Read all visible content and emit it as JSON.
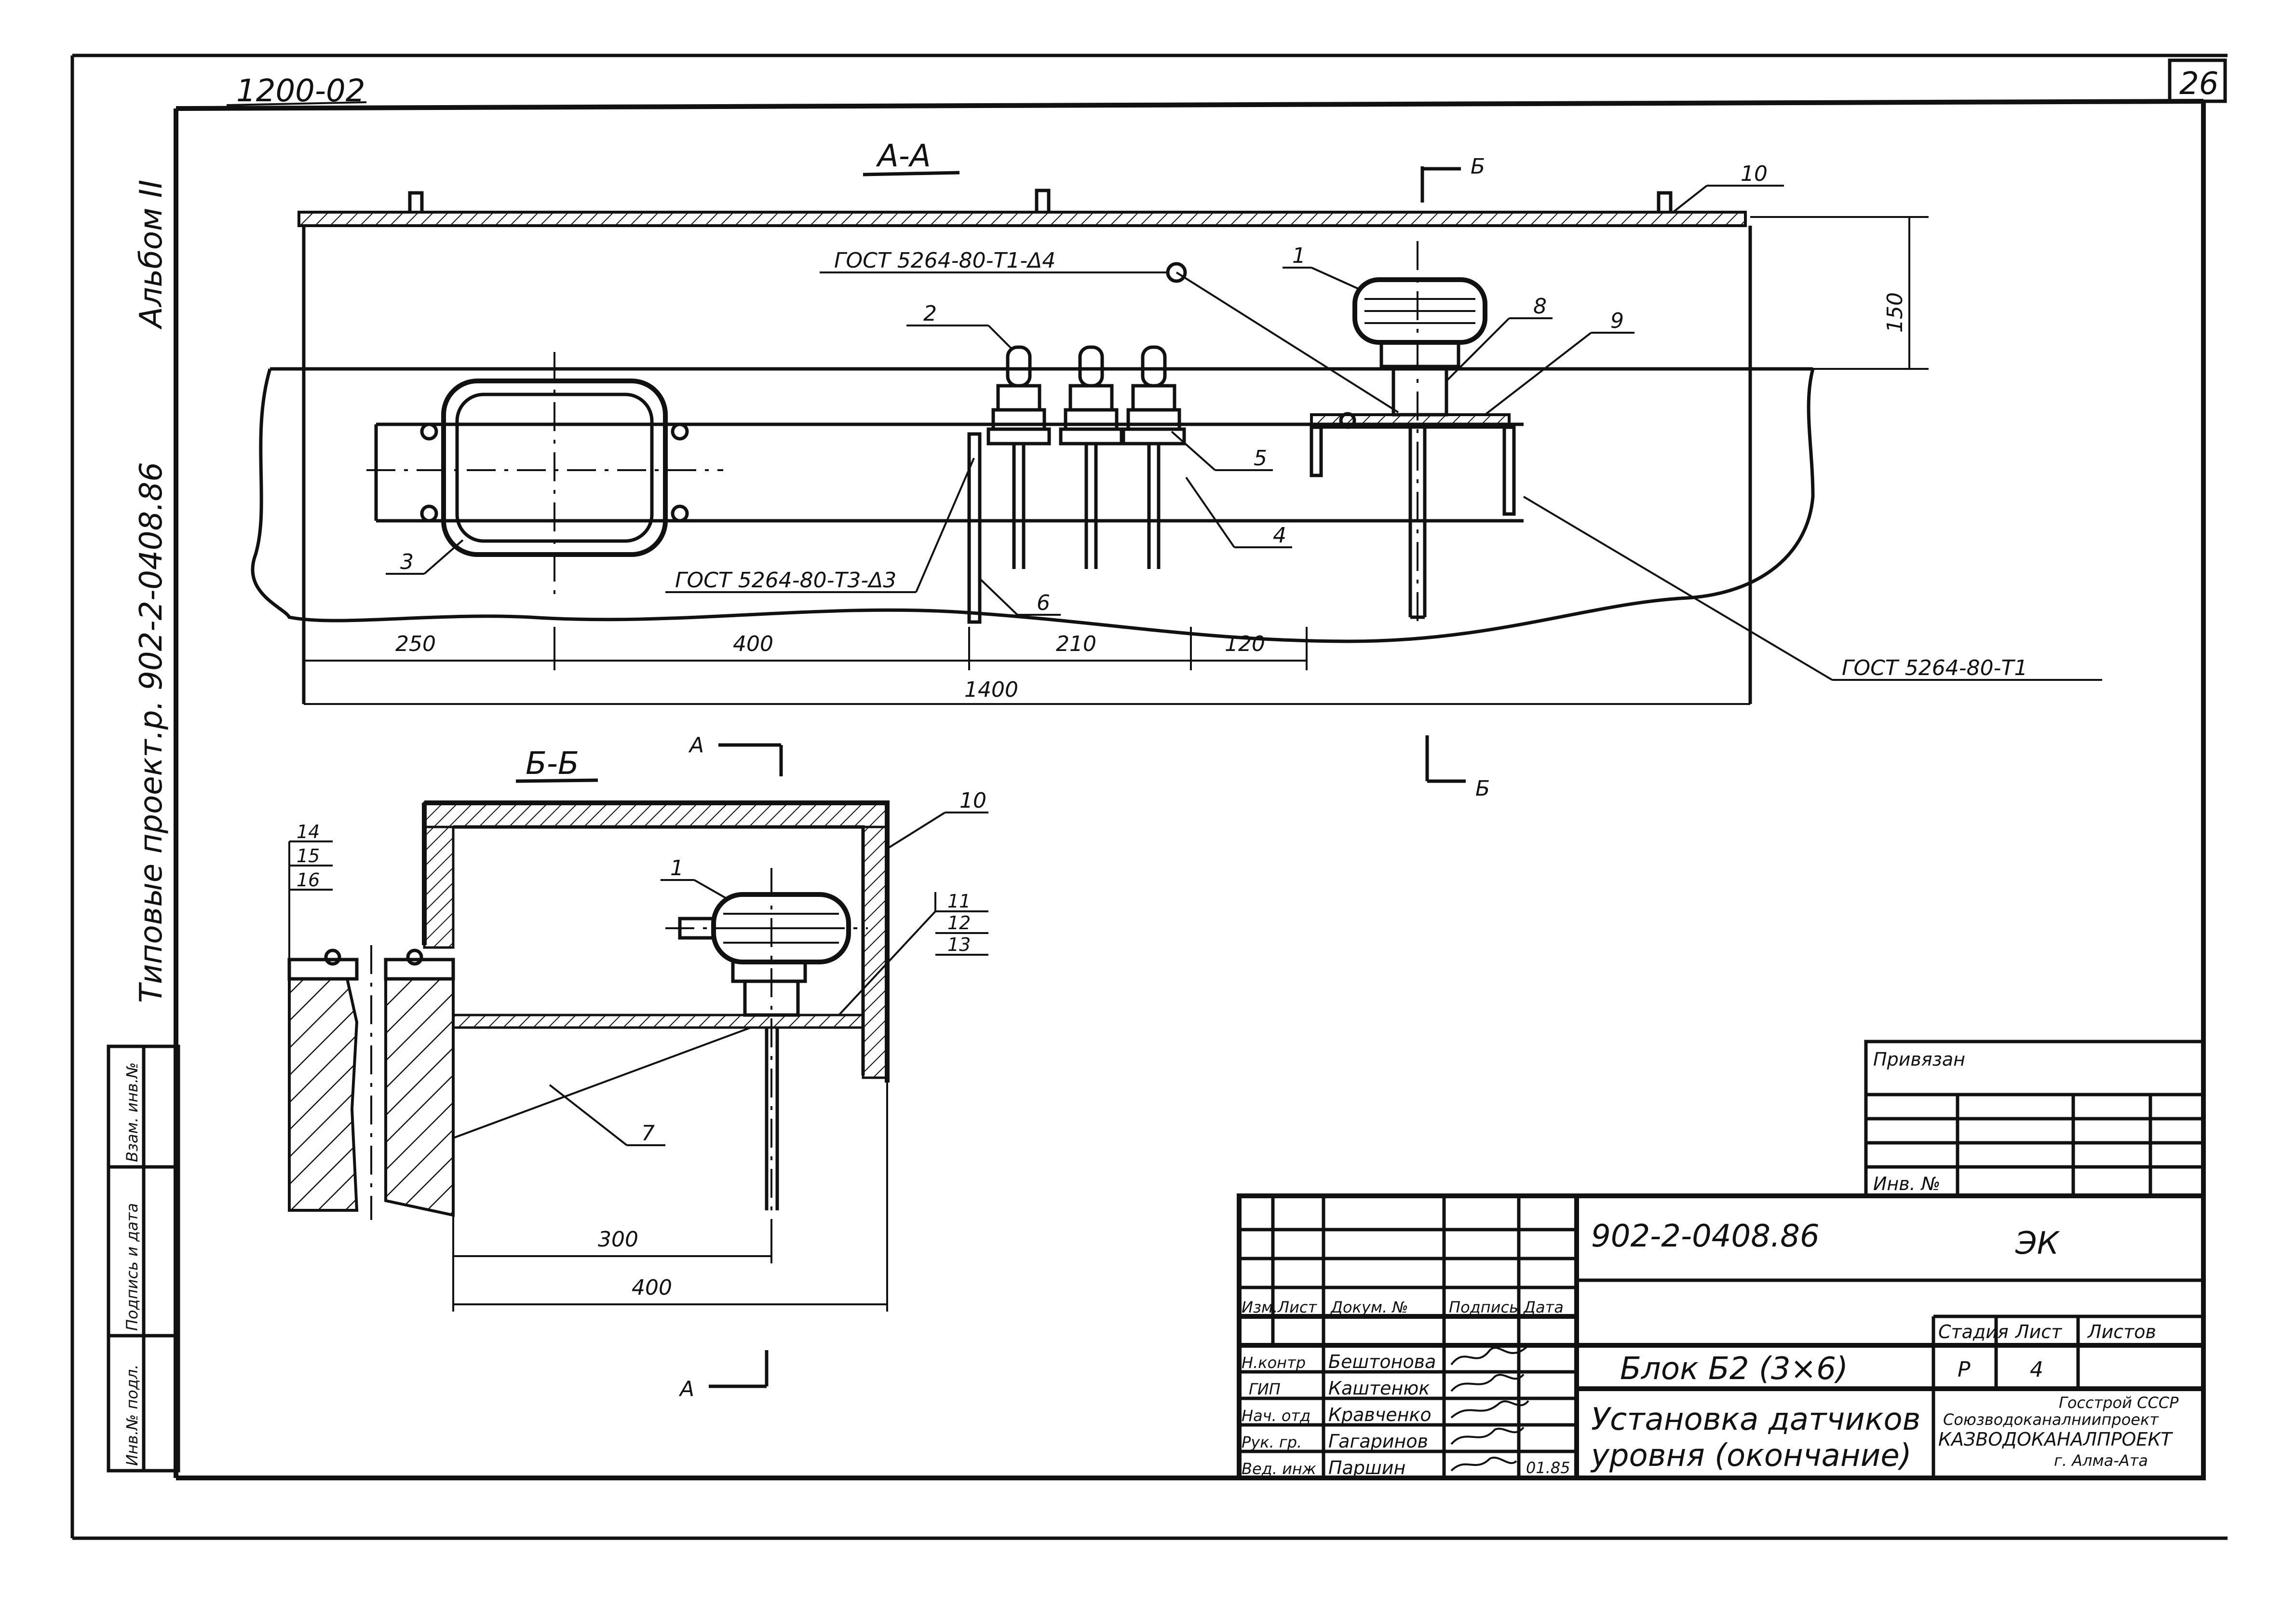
{
  "sheet": {
    "page_number": "26",
    "archive_code": "1200-02",
    "side_title": "Типовые проект.р. 902-2-0408.86",
    "album": "Альбом II"
  },
  "section_aa": {
    "title": "А-А",
    "cut_mark_top": "Б",
    "cut_mark_bottom": "Б",
    "weld_note_1": "ГОСТ 5264-80-Т1-Δ4",
    "weld_note_2": "ГОСТ 5264-80-Т3-Δ3",
    "weld_note_3": "ГОСТ 5264-80-Т1",
    "height_dim": "150",
    "dims": [
      "250",
      "400",
      "210",
      "120"
    ],
    "total_dim": "1400",
    "callouts": [
      "1",
      "2",
      "3",
      "4",
      "5",
      "6",
      "8",
      "9",
      "10"
    ]
  },
  "section_bb": {
    "title": "Б-Б",
    "cut_mark_top": "А",
    "cut_mark_bottom": "А",
    "dims": [
      "300",
      "400"
    ],
    "callouts": [
      "1",
      "7",
      "10"
    ],
    "stack_left": [
      "14",
      "15",
      "16"
    ],
    "stack_right": [
      "11",
      "12",
      "13"
    ]
  },
  "binding_box": {
    "label": "Привязан",
    "inv_label": "Инв. №"
  },
  "left_stamp": {
    "labels": [
      "Инв.№ подл.",
      "Подпись и дата",
      "Взам. инв.№"
    ]
  },
  "title_block": {
    "doc_code": "902-2-0408.86",
    "mark": "ЭК",
    "headers": [
      "Изм.",
      "Лист",
      "Докум. №",
      "Подпись",
      "Дата"
    ],
    "roles": [
      "Н.контр",
      "ГИП",
      "Нач. отд",
      "Рук. гр.",
      "Вед. инж"
    ],
    "names": [
      "Бештонова",
      "Каштенюк",
      "Кравченко",
      "Гагаринов",
      "Паршин"
    ],
    "date": "01.85",
    "block_title": "Блок Б2 (3×6)",
    "stage_header": "Стадия",
    "sheet_header": "Лист",
    "sheets_header": "Листов",
    "stage": "Р",
    "sheet": "4",
    "drawing_title_1": "Установка датчиков",
    "drawing_title_2": "уровня (окончание)",
    "org_1": "Госстрой СССР",
    "org_2": "Союзводоканалниипроект",
    "org_3": "КАЗВОДОКАНАЛПРОЕКТ",
    "org_4": "г. Алма-Ата"
  }
}
